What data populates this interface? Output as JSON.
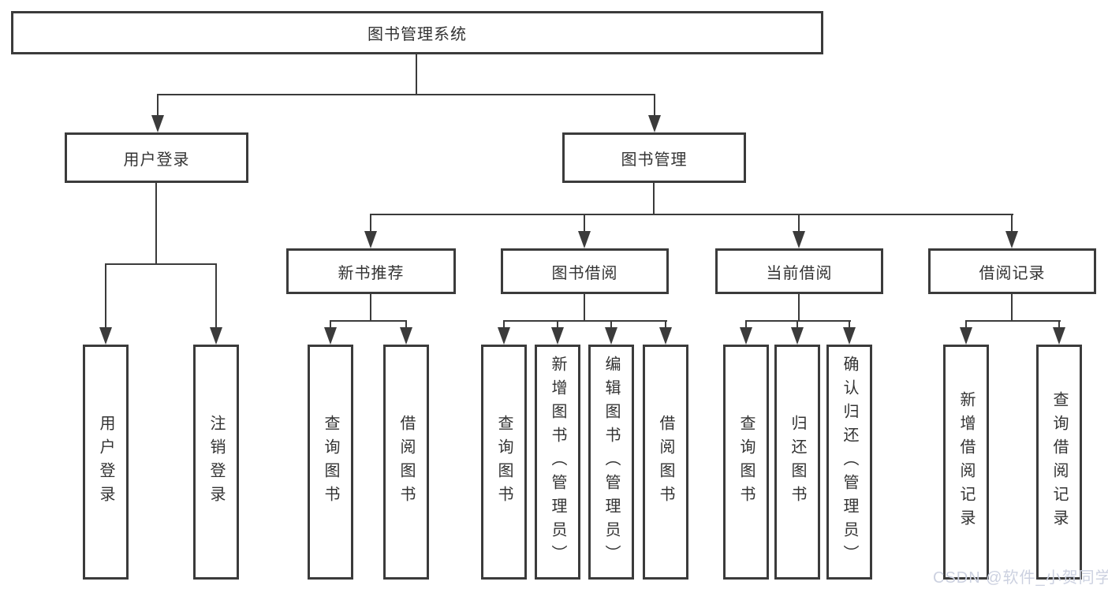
{
  "diagram": {
    "title": "图书管理系统",
    "colors": {
      "line": "#3b3b3b",
      "text": "#333333",
      "watermark": "#ccd1e0",
      "background": "#ffffff"
    },
    "branches": {
      "user_login": {
        "label": "用户登录",
        "children": [
          "用户登录",
          "注销登录"
        ]
      },
      "book_management": {
        "label": "图书管理",
        "sections": [
          {
            "label": "新书推荐",
            "children": [
              "查询图书",
              "借阅图书"
            ]
          },
          {
            "label": "图书借阅",
            "children": [
              "查询图书",
              "新增图书（管理员）",
              "编辑图书（管理员）",
              "借阅图书"
            ]
          },
          {
            "label": "当前借阅",
            "children": [
              "查询图书",
              "归还图书",
              "确认归还（管理员）"
            ]
          },
          {
            "label": "借阅记录",
            "children": [
              "新增借阅记录",
              "查询借阅记录"
            ]
          }
        ]
      }
    },
    "watermark": "CSDN @软件_小贺同学"
  }
}
